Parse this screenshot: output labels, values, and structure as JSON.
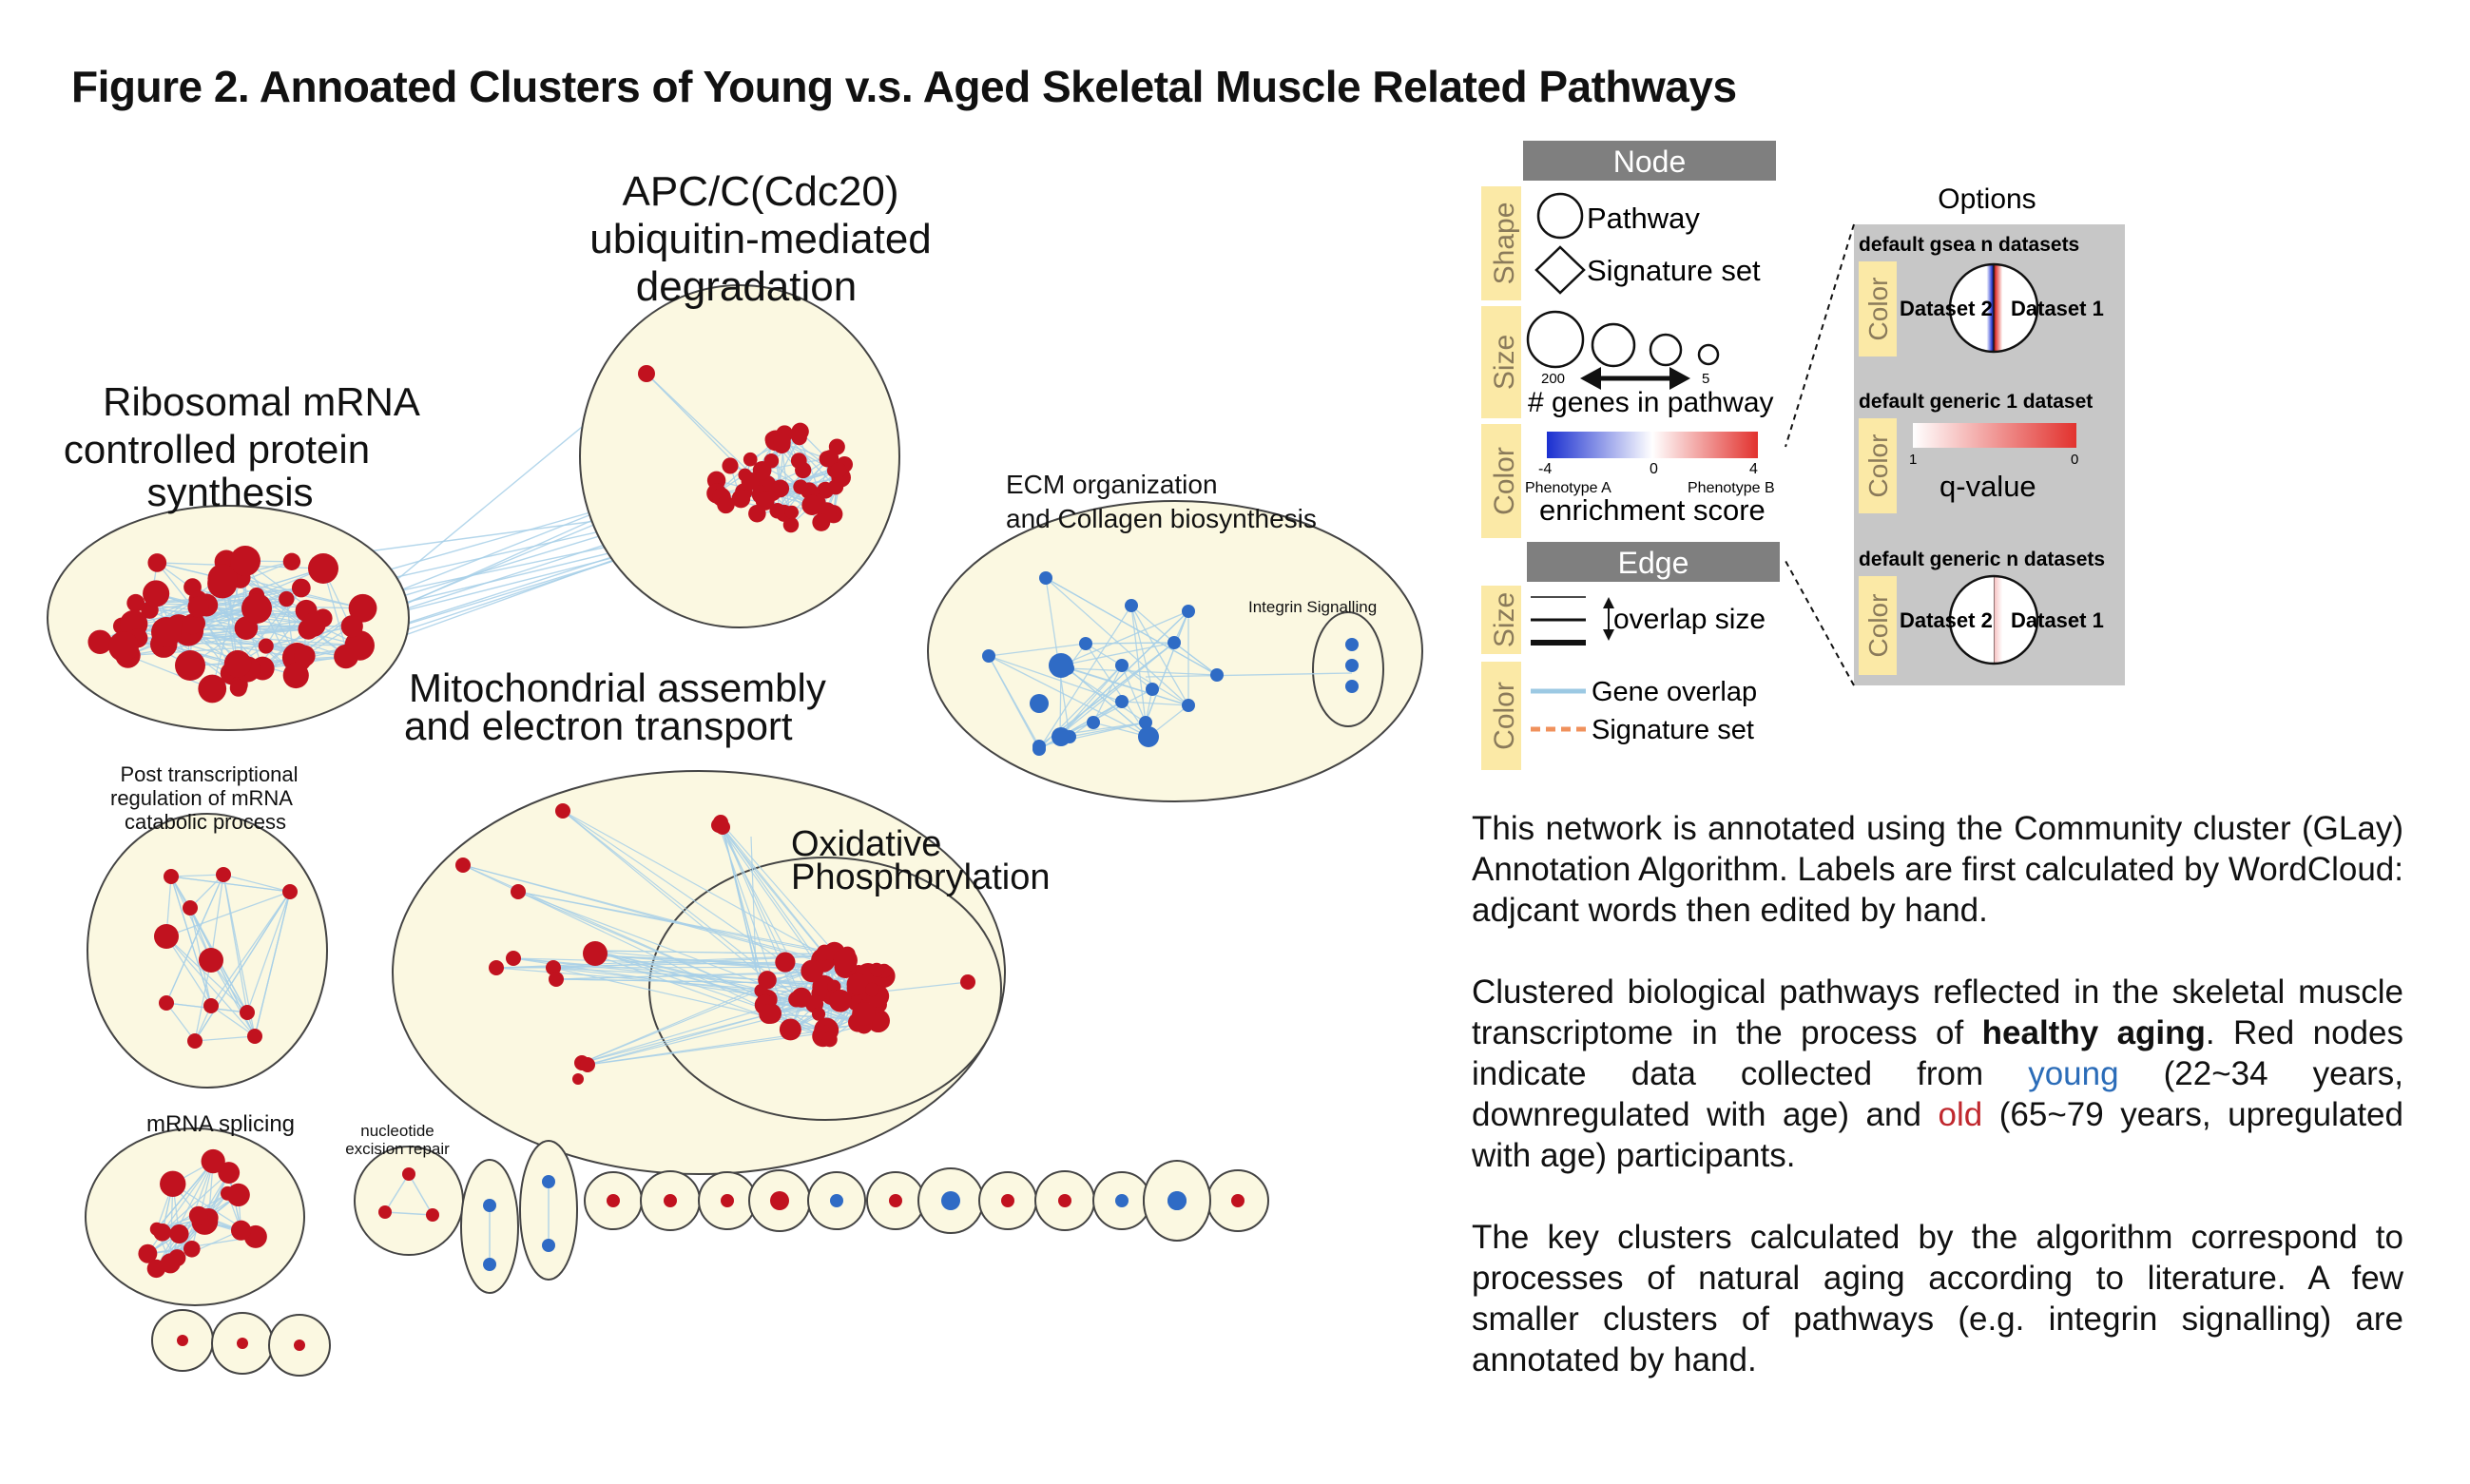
{
  "figure": {
    "title": "Figure 2. Annoated  Clusters of Young v.s. Aged Skeletal Muscle Related Pathways"
  },
  "clusters": {
    "apc_line1": "APC/C(Cdc20)",
    "apc_line2": "ubiquitin-mediated",
    "apc_line3": "degradation",
    "ribo_line1": "Ribosomal mRNA",
    "ribo_line2": "controlled protein",
    "ribo_line3": "synthesis",
    "ecm_line1": "ECM organization",
    "ecm_line2": "and Collagen biosynthesis",
    "integrin": "Integrin Signalling",
    "mito_line1": "Mitochondrial assembly",
    "mito_line2": "and electron transport",
    "oxphos_line1": "Oxidative",
    "oxphos_line2": "Phosphorylation",
    "post_line1": "Post transcriptional",
    "post_line2": "regulation of mRNA",
    "post_line3": "catabolic process",
    "splicing": "mRNA splicing",
    "nucleotide_line1": "nucleotide",
    "nucleotide_line2": "excision repair"
  },
  "legend": {
    "node_header": "Node",
    "edge_header": "Edge",
    "shape_tab": "Shape",
    "size_tab": "Size",
    "color_tab": "Color",
    "pathway": "Pathway",
    "signature_set": "Signature set",
    "size_max": "200",
    "size_min": "5",
    "genes_in_pathway": "# genes in pathway",
    "scale_min": "-4",
    "scale_mid": "0",
    "scale_max": "4",
    "phenotype_a": "Phenotype A",
    "phenotype_b": "Phenotype B",
    "enrichment_score": "enrichment score",
    "overlap_size": "overlap size",
    "gene_overlap": "Gene overlap",
    "signature_set_edge": "Signature set",
    "options_title": "Options",
    "opt1_title": "default gsea n datasets",
    "opt2_title": "default generic 1 dataset",
    "opt3_title": "default generic n datasets",
    "dataset2": "Dataset 2",
    "dataset1": "Dataset 1",
    "q_min": "1",
    "q_max": "0",
    "q_value": "q-value",
    "colors": {
      "header_gray": "#7f7f7f",
      "tab_yellow": "#fbe9a6",
      "options_bg": "#c7c7c7",
      "blue": "#2040c8",
      "red": "#e2322e",
      "edge_blue": "#9cc9e3",
      "edge_orange": "#f0915c"
    }
  },
  "description": {
    "p1": "This network is annotated using the Community cluster (GLay) Annotation Algorithm. Labels are first calculated by WordCloud: adjcant words then edited by hand.",
    "p2_a": "Clustered biological pathways reflected in the skeletal muscle transcriptome in the process of ",
    "p2_bold": "healthy aging",
    "p2_b": ". Red nodes indicate data collected from ",
    "p2_young": "young",
    "p2_c": " (22~34 years, downregulated with age) and ",
    "p2_old": "old",
    "p2_d": " (65~79 years, upregulated with age) participants.",
    "p3": "The key clusters calculated by the algorithm correspond to processes of natural aging according to literature. A few smaller clusters of pathways (e.g. integrin signalling) are annotated by hand."
  },
  "network_colors": {
    "cluster_fill": "#fbf8e1",
    "cluster_stroke": "#444444",
    "red_node": "#c1121f",
    "blue_node": "#2f6bc5",
    "edge": "#a8d0e8"
  }
}
